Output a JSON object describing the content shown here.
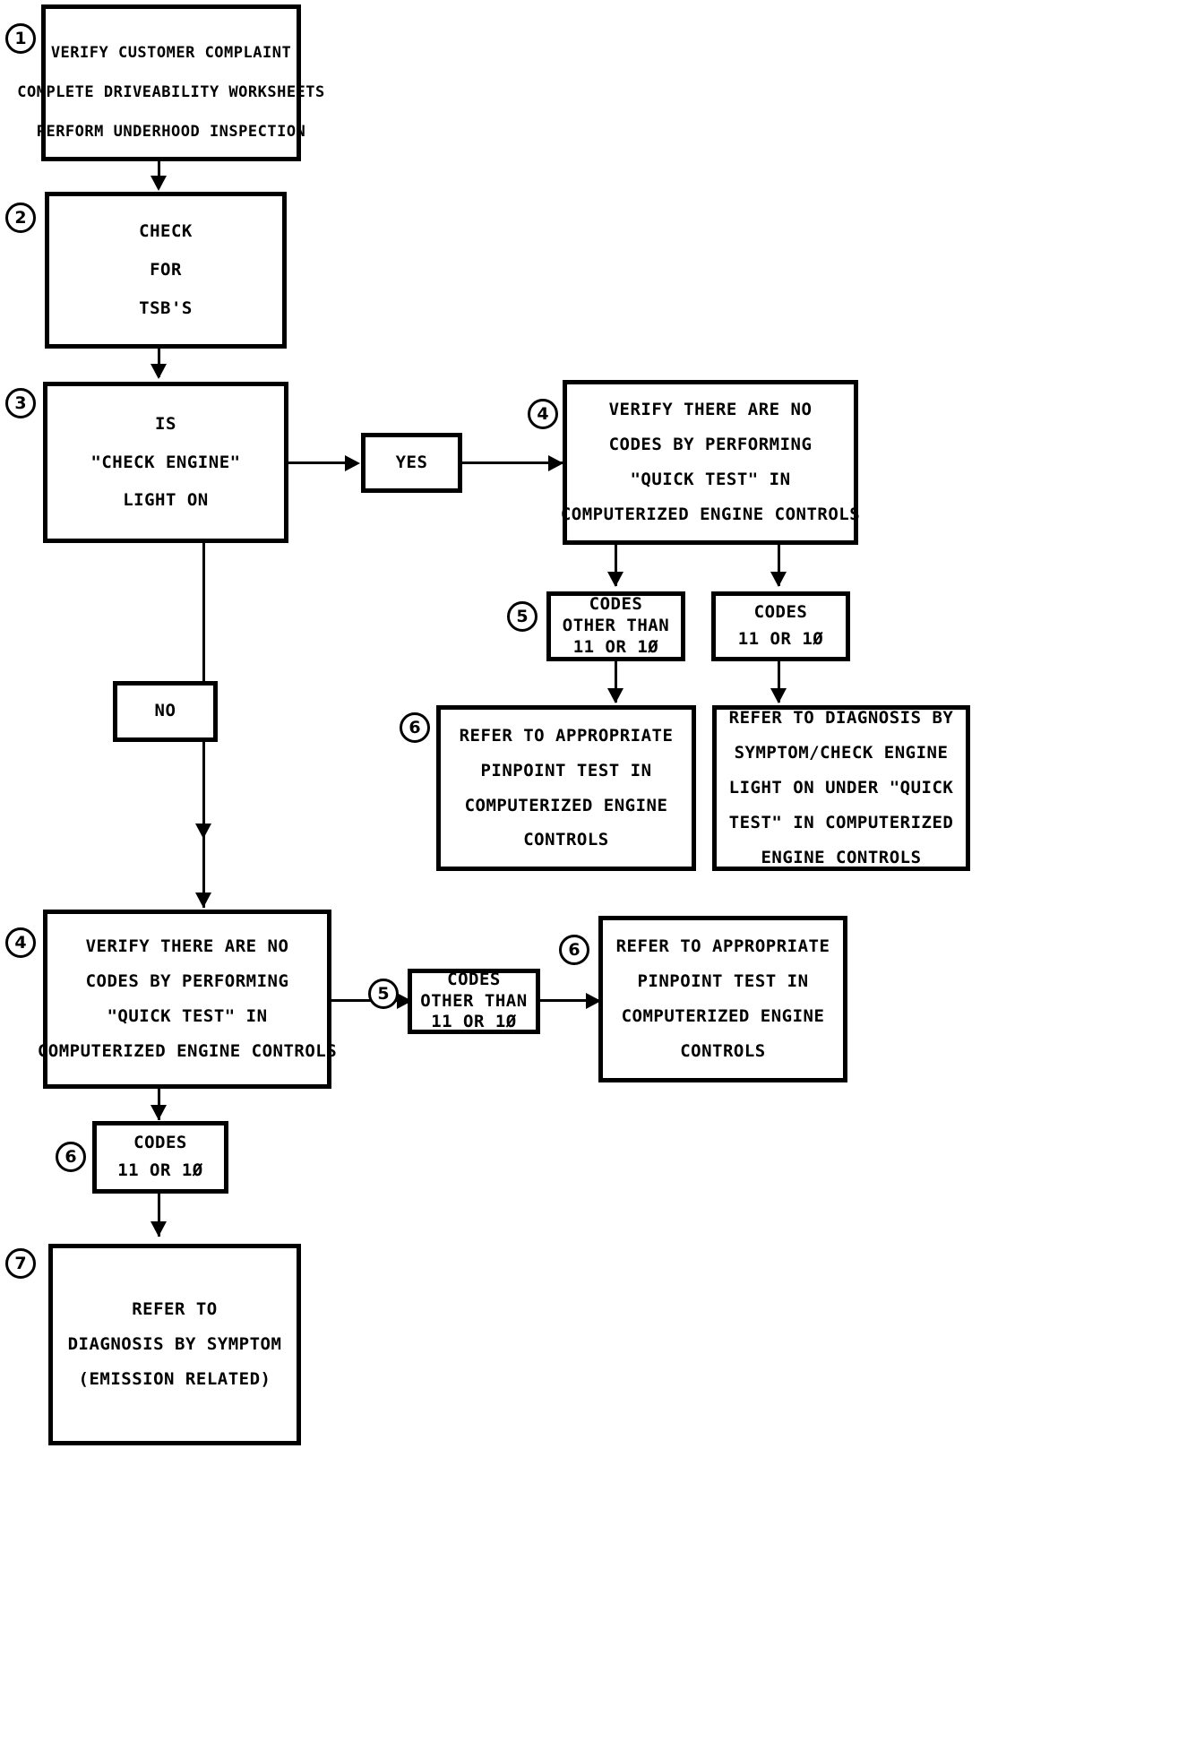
{
  "diagram": {
    "title": "Driveability Diagnostic Flowchart",
    "type": "flowchart",
    "line_color": "#000000",
    "background_color": "#ffffff",
    "nodes": [
      {
        "id": "n1",
        "step": "1",
        "lines": [
          "VERIFY CUSTOMER COMPLAINT",
          "COMPLETE DRIVEABILITY WORKSHEETS",
          "PERFORM UNDERHOOD INSPECTION"
        ]
      },
      {
        "id": "n2",
        "step": "2",
        "lines": [
          "CHECK",
          "FOR",
          "TSB'S"
        ]
      },
      {
        "id": "n3",
        "step": "3",
        "lines": [
          "IS",
          "\"CHECK ENGINE\"",
          "LIGHT ON"
        ]
      },
      {
        "id": "yes",
        "step": "",
        "lines": [
          "YES"
        ]
      },
      {
        "id": "no",
        "step": "",
        "lines": [
          "NO"
        ]
      },
      {
        "id": "n4a",
        "step": "4",
        "lines": [
          "VERIFY THERE ARE NO",
          "CODES BY PERFORMING",
          "\"QUICK TEST\" IN",
          "COMPUTERIZED ENGINE CONTROLS"
        ]
      },
      {
        "id": "n5a",
        "step": "5",
        "lines": [
          "CODES",
          "OTHER THAN",
          "11 OR 1Ø"
        ]
      },
      {
        "id": "n5b",
        "step": "",
        "lines": [
          "CODES",
          "11 OR 1Ø"
        ]
      },
      {
        "id": "n6a",
        "step": "6",
        "lines": [
          "REFER TO APPROPRIATE",
          "PINPOINT TEST IN",
          "COMPUTERIZED ENGINE",
          "CONTROLS"
        ]
      },
      {
        "id": "n6b",
        "step": "",
        "lines": [
          "REFER TO DIAGNOSIS BY",
          "SYMPTOM/CHECK ENGINE",
          "LIGHT ON UNDER \"QUICK",
          "TEST\" IN COMPUTERIZED",
          "ENGINE CONTROLS"
        ]
      },
      {
        "id": "n4b",
        "step": "4",
        "lines": [
          "VERIFY THERE ARE NO",
          "CODES BY PERFORMING",
          "\"QUICK TEST\" IN",
          "COMPUTERIZED ENGINE CONTROLS"
        ]
      },
      {
        "id": "n5c",
        "step": "5",
        "lines": [
          "CODES",
          "OTHER THAN",
          "11 OR 1Ø"
        ]
      },
      {
        "id": "n6c",
        "step": "6",
        "lines": [
          "REFER TO APPROPRIATE",
          "PINPOINT TEST IN",
          "COMPUTERIZED ENGINE",
          "CONTROLS"
        ]
      },
      {
        "id": "n6d",
        "step": "6",
        "lines": [
          "CODES",
          "11 OR 1Ø"
        ]
      },
      {
        "id": "n7",
        "step": "7",
        "lines": [
          "REFER TO",
          "DIAGNOSIS BY SYMPTOM",
          "(EMISSION RELATED)"
        ]
      }
    ]
  }
}
